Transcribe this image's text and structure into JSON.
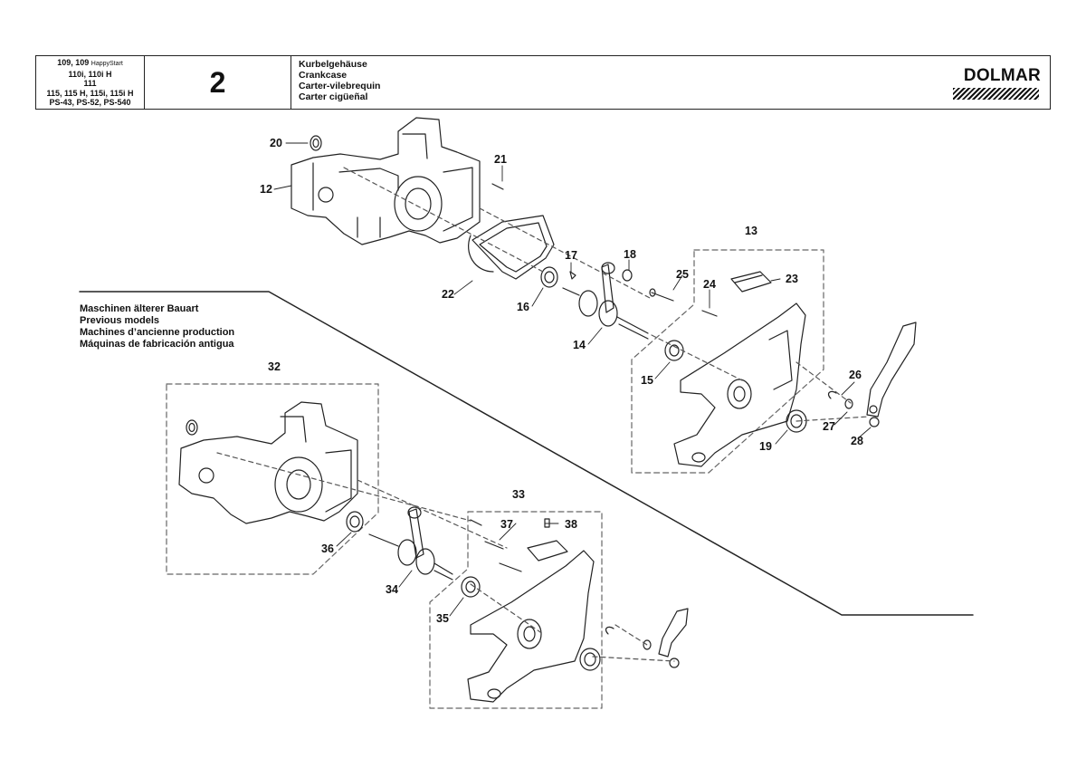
{
  "header": {
    "models": {
      "line1": "109, 109",
      "line1_small": "HappyStart",
      "line2": "110i, 110i H",
      "line3": "111",
      "line4": "115, 115 H, 115i, 115i H",
      "line5": "PS-43, PS-52, PS-540"
    },
    "page_number": "2",
    "titles": [
      "Kurbelgehäuse",
      "Crankcase",
      "Carter-vilebrequin",
      "Carter cigüeñal"
    ],
    "brand": "DOLMAR"
  },
  "older_models_note": [
    "Maschinen älterer Bauart",
    "Previous models",
    "Machines d’ancienne production",
    "Máquinas de fabricación antigua"
  ],
  "part_labels": {
    "p12": "12",
    "p13": "13",
    "p14": "14",
    "p15": "15",
    "p16": "16",
    "p17": "17",
    "p18": "18",
    "p19": "19",
    "p20": "20",
    "p21": "21",
    "p22": "22",
    "p23": "23",
    "p24": "24",
    "p25": "25",
    "p26": "26",
    "p27": "27",
    "p28": "28",
    "p32": "32",
    "p33": "33",
    "p34": "34",
    "p35": "35",
    "p36": "36",
    "p37": "37",
    "p38": "38"
  }
}
